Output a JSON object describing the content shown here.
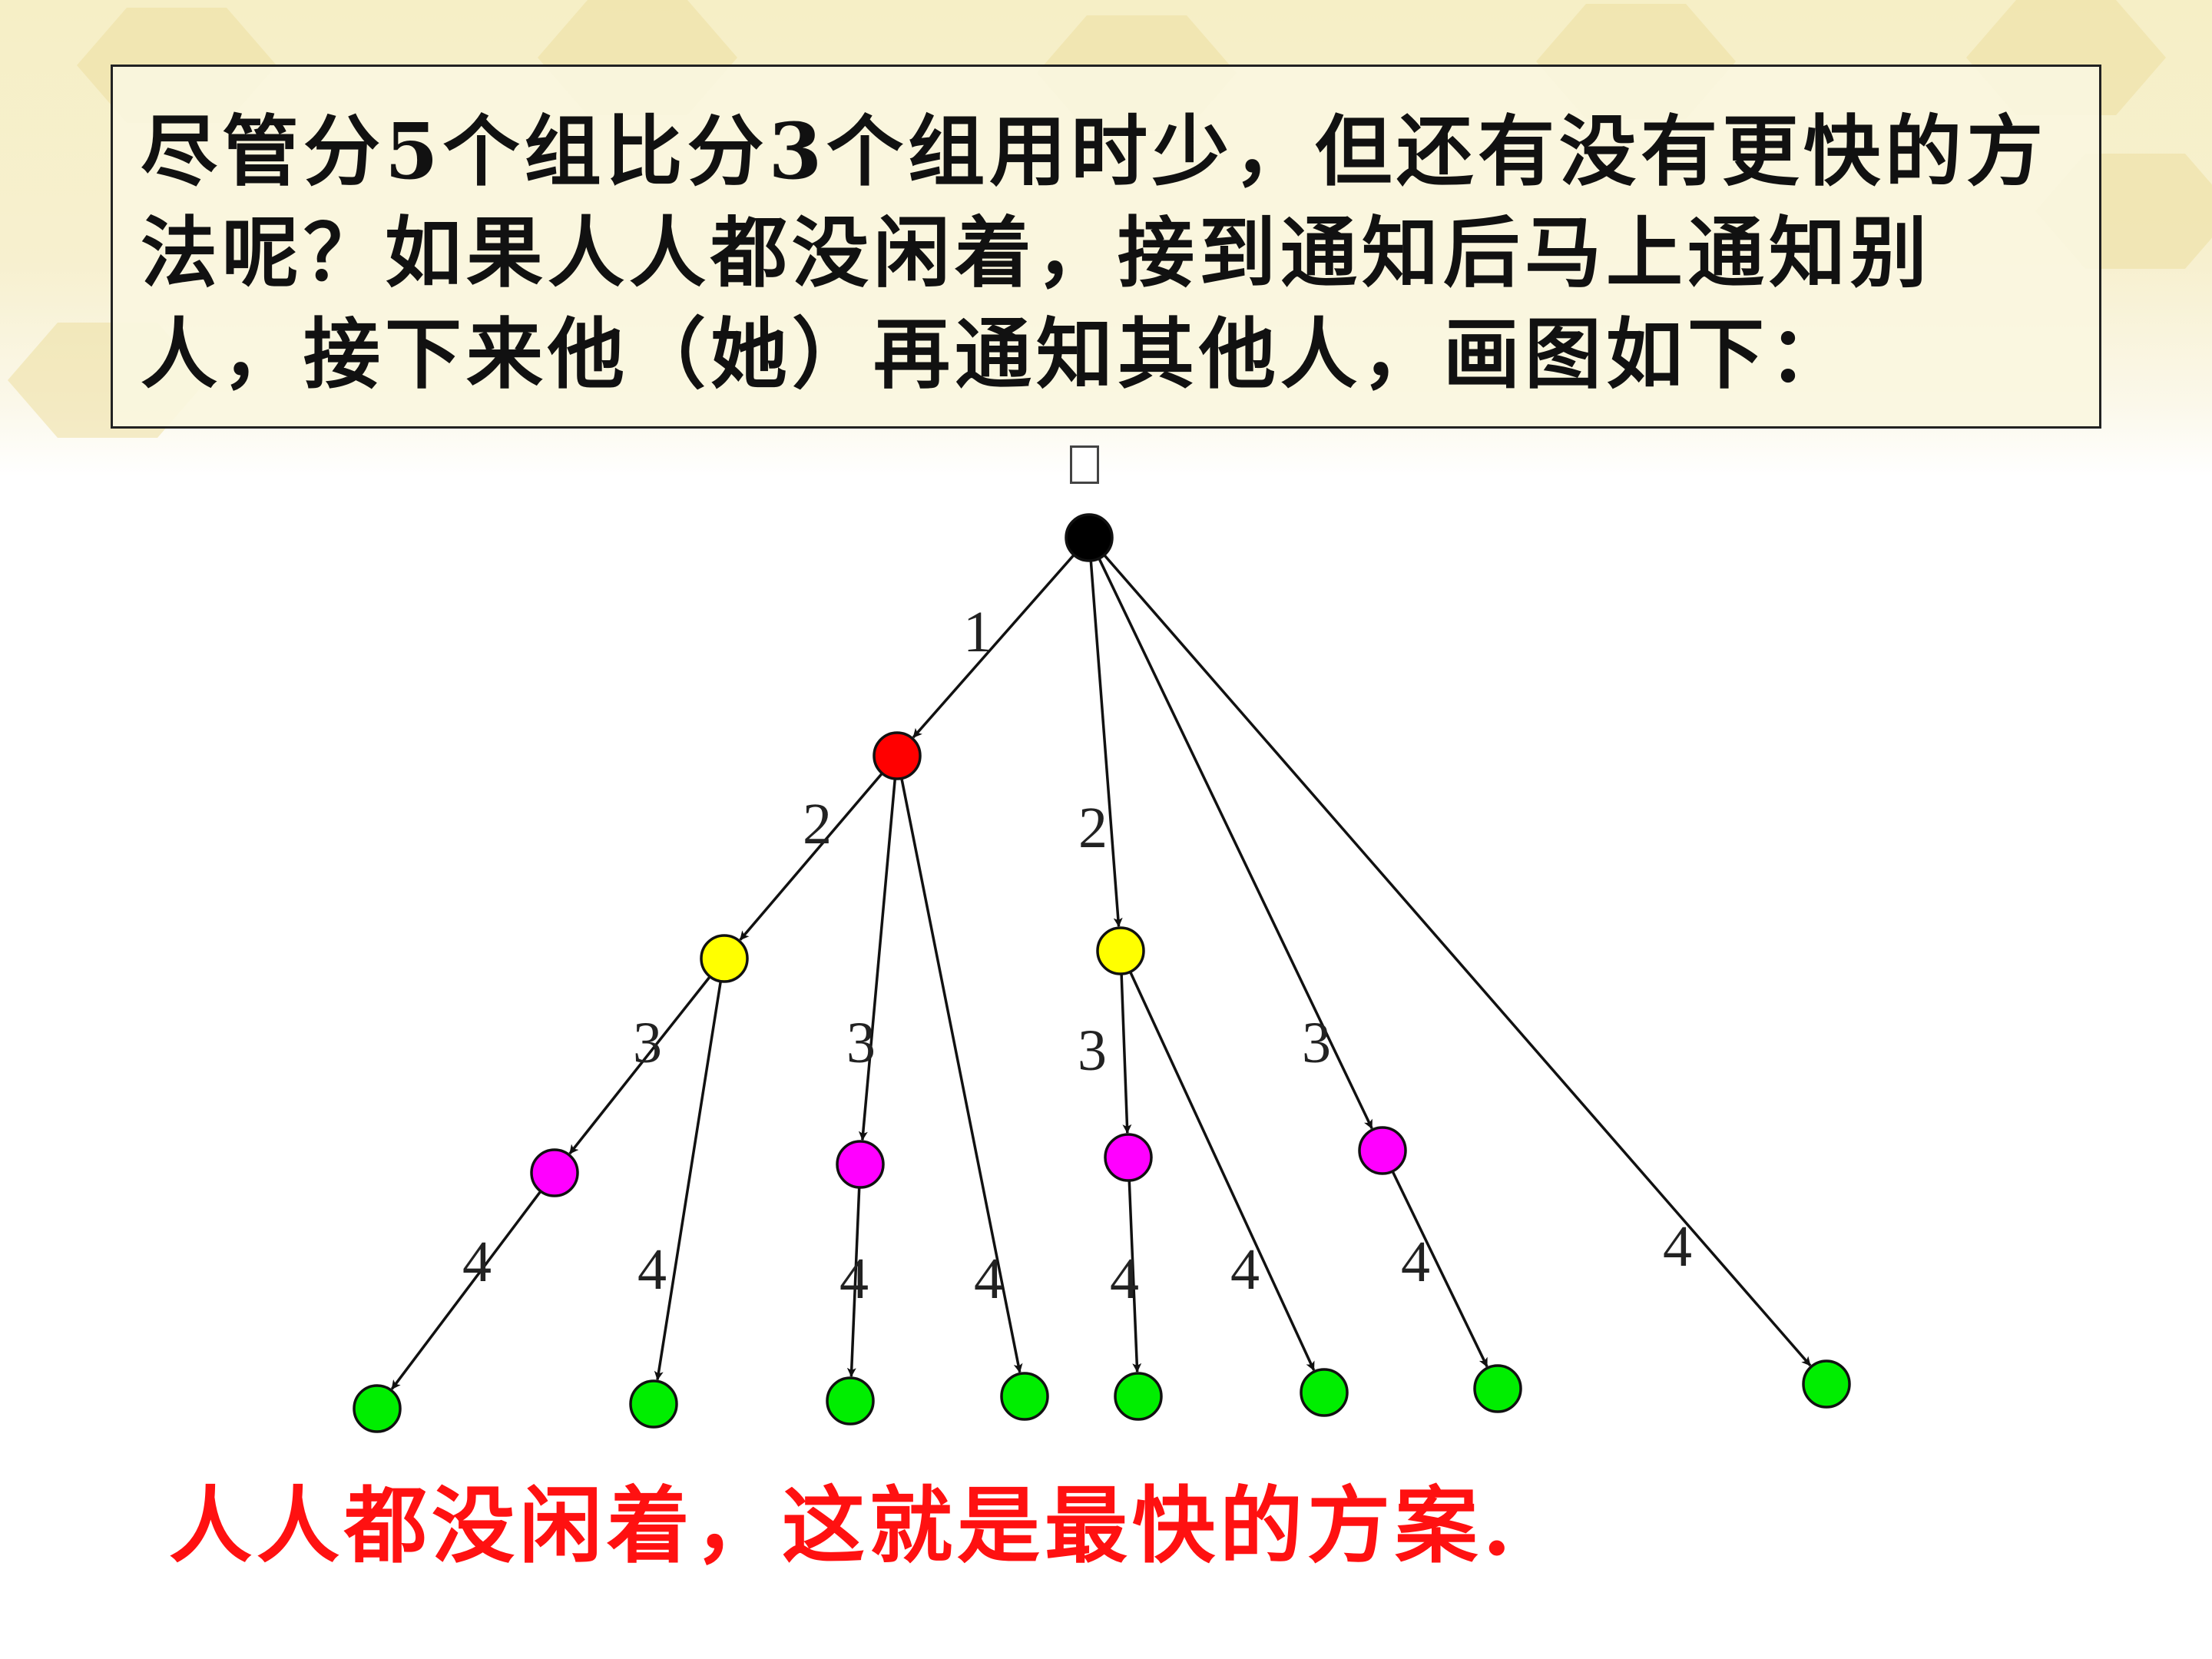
{
  "question_text": "尽管分5个组比分3个组用时少，但还有没有更快的方法呢？如果人人都没闲着，接到通知后马上通知别人，接下来他（她）再通知其他人，画图如下：",
  "conclusion": "人人都没闲着，这就是最快的方案.",
  "colors": {
    "root": "#000000",
    "level1": "#ff0000",
    "level2": "#ffff00",
    "level3": "#ff00ff",
    "level4": "#00ee00",
    "conclusion": "#ff1111"
  },
  "tree": {
    "nodes": [
      {
        "id": "root",
        "level": 0
      },
      {
        "id": "r1",
        "level": 1
      },
      {
        "id": "y1",
        "level": 2
      },
      {
        "id": "y2",
        "level": 2
      },
      {
        "id": "m1",
        "level": 3
      },
      {
        "id": "m2",
        "level": 3
      },
      {
        "id": "m3",
        "level": 3
      },
      {
        "id": "m4",
        "level": 3
      },
      {
        "id": "g1",
        "level": 4
      },
      {
        "id": "g2",
        "level": 4
      },
      {
        "id": "g3",
        "level": 4
      },
      {
        "id": "g4",
        "level": 4
      },
      {
        "id": "g5",
        "level": 4
      },
      {
        "id": "g6",
        "level": 4
      },
      {
        "id": "g7",
        "level": 4
      },
      {
        "id": "g8",
        "level": 4
      }
    ],
    "edges": [
      {
        "from": "root",
        "to": "r1",
        "label": "1"
      },
      {
        "from": "r1",
        "to": "y1",
        "label": "2"
      },
      {
        "from": "root",
        "to": "y2",
        "label": "2"
      },
      {
        "from": "y1",
        "to": "m1",
        "label": "3"
      },
      {
        "from": "r1",
        "to": "m2",
        "label": "3"
      },
      {
        "from": "y2",
        "to": "m3",
        "label": "3"
      },
      {
        "from": "root",
        "to": "m4",
        "label": "3"
      },
      {
        "from": "m1",
        "to": "g1",
        "label": "4"
      },
      {
        "from": "y1",
        "to": "g2",
        "label": "4"
      },
      {
        "from": "m2",
        "to": "g3",
        "label": "4"
      },
      {
        "from": "r1",
        "to": "g4",
        "label": "4"
      },
      {
        "from": "m3",
        "to": "g5",
        "label": "4"
      },
      {
        "from": "y2",
        "to": "g6",
        "label": "4"
      },
      {
        "from": "m4",
        "to": "g7",
        "label": "4"
      },
      {
        "from": "root",
        "to": "g8",
        "label": "4"
      }
    ]
  }
}
